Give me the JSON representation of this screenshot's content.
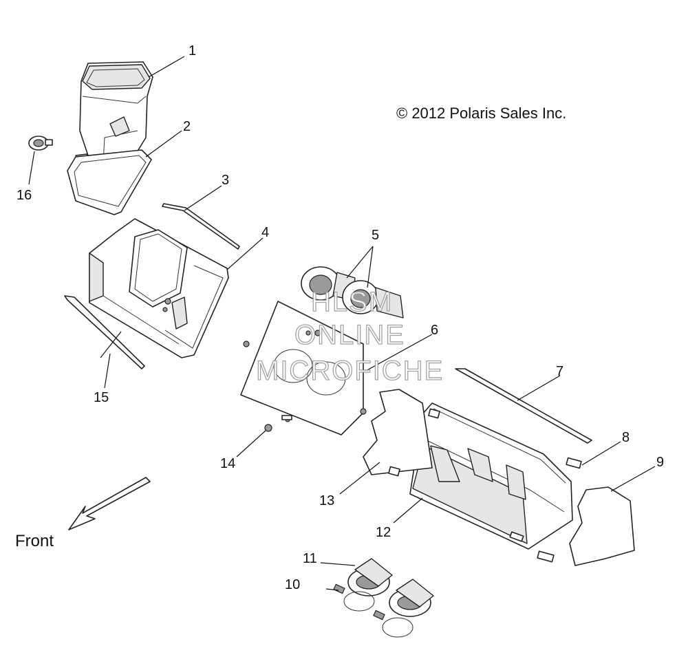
{
  "copyright": "© 2012 Polaris Sales Inc.",
  "front_label": "Front",
  "watermark": {
    "line1": "HLSM",
    "line2": "ONLINE",
    "line3": "MICROFICHE"
  },
  "callouts": {
    "c1": "1",
    "c2": "2",
    "c3": "3",
    "c4": "4",
    "c5": "5",
    "c6": "6",
    "c7": "7",
    "c8": "8",
    "c9": "9",
    "c10": "10",
    "c11": "11",
    "c12": "12",
    "c13": "13",
    "c14": "14",
    "c15": "15",
    "c16": "16"
  }
}
